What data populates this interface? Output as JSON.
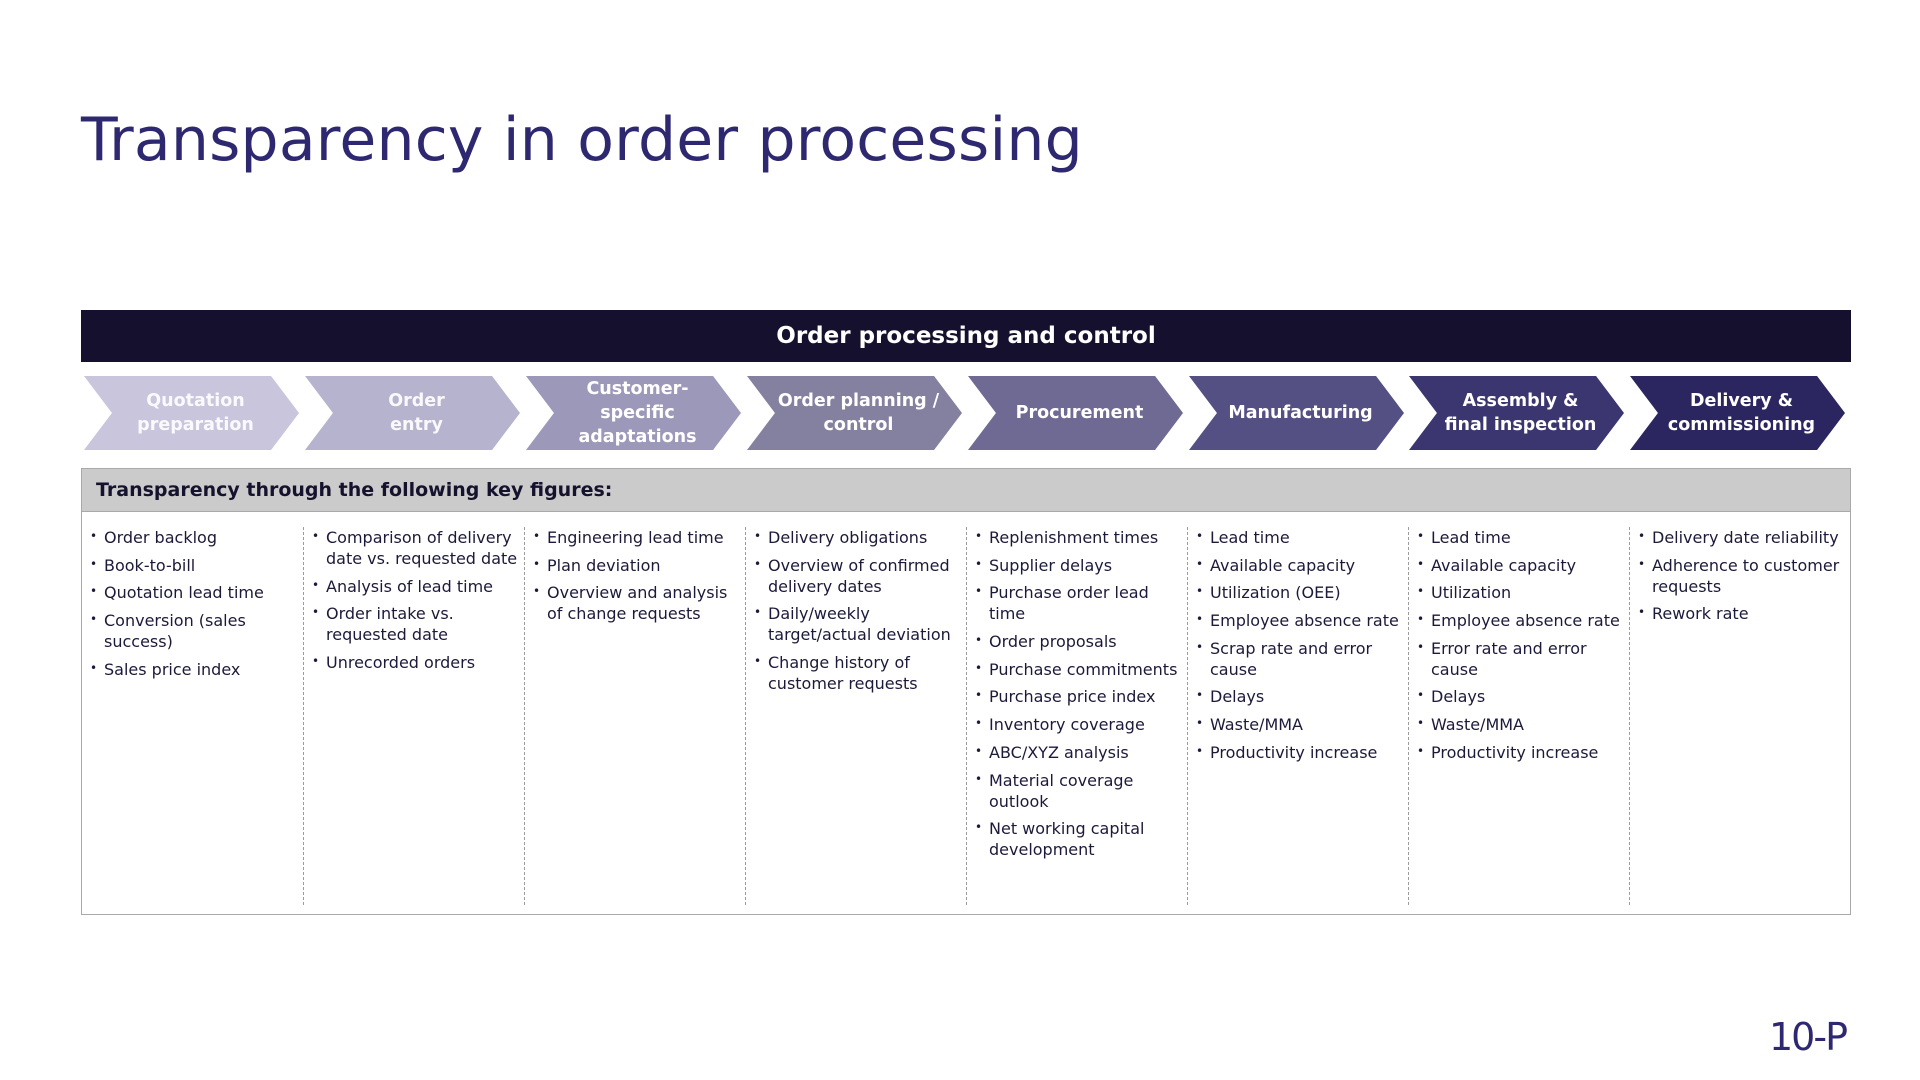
{
  "title": "Transparency in order processing",
  "banner": "Order processing and control",
  "stages": [
    {
      "label": "Quotation\npreparation",
      "color": "#c8c5dc"
    },
    {
      "label": "Order\nentry",
      "color": "#b6b3ce"
    },
    {
      "label": "Customer-specific\nadaptations",
      "color": "#9c98b9"
    },
    {
      "label": "Order planning /\ncontrol",
      "color": "#84809f"
    },
    {
      "label": "Procurement",
      "color": "#6e6a93"
    },
    {
      "label": "Manufacturing",
      "color": "#545083"
    },
    {
      "label": "Assembly &\nfinal inspection",
      "color": "#3b3670"
    },
    {
      "label": "Delivery &\ncommissioning",
      "color": "#2b2560"
    }
  ],
  "panel_title": "Transparency through the following key figures:",
  "columns": [
    [
      "Order backlog",
      "Book-to-bill",
      "Quotation lead time",
      "Conversion (sales success)",
      "Sales price index"
    ],
    [
      "Comparison of delivery date vs. requested date",
      "Analysis of lead time",
      "Order intake vs. requested date",
      "Unrecorded orders"
    ],
    [
      "Engineering lead time",
      "Plan deviation",
      "Overview and analysis of change requests"
    ],
    [
      "Delivery obligations",
      "Overview of confirmed delivery dates",
      "Daily/weekly target/actual deviation",
      "Change history of customer requests"
    ],
    [
      "Replenishment times",
      "Supplier delays",
      "Purchase order lead time",
      "Order proposals",
      "Purchase commitments",
      "Purchase price index",
      "Inventory coverage",
      "ABC/XYZ analysis",
      "Material coverage outlook",
      "Net working capital development"
    ],
    [
      "Lead time",
      "Available capacity",
      "Utilization (OEE)",
      "Employee absence rate",
      "Scrap rate and error cause",
      "Delays",
      "Waste/MMA",
      "Productivity increase"
    ],
    [
      "Lead time",
      "Available capacity",
      "Utilization",
      "Employee absence rate",
      "Error rate and error cause",
      "Delays",
      "Waste/MMA",
      "Productivity increase"
    ],
    [
      "Delivery date reliability",
      "Adherence to customer requests",
      "Rework rate"
    ]
  ],
  "logo": "10-P"
}
